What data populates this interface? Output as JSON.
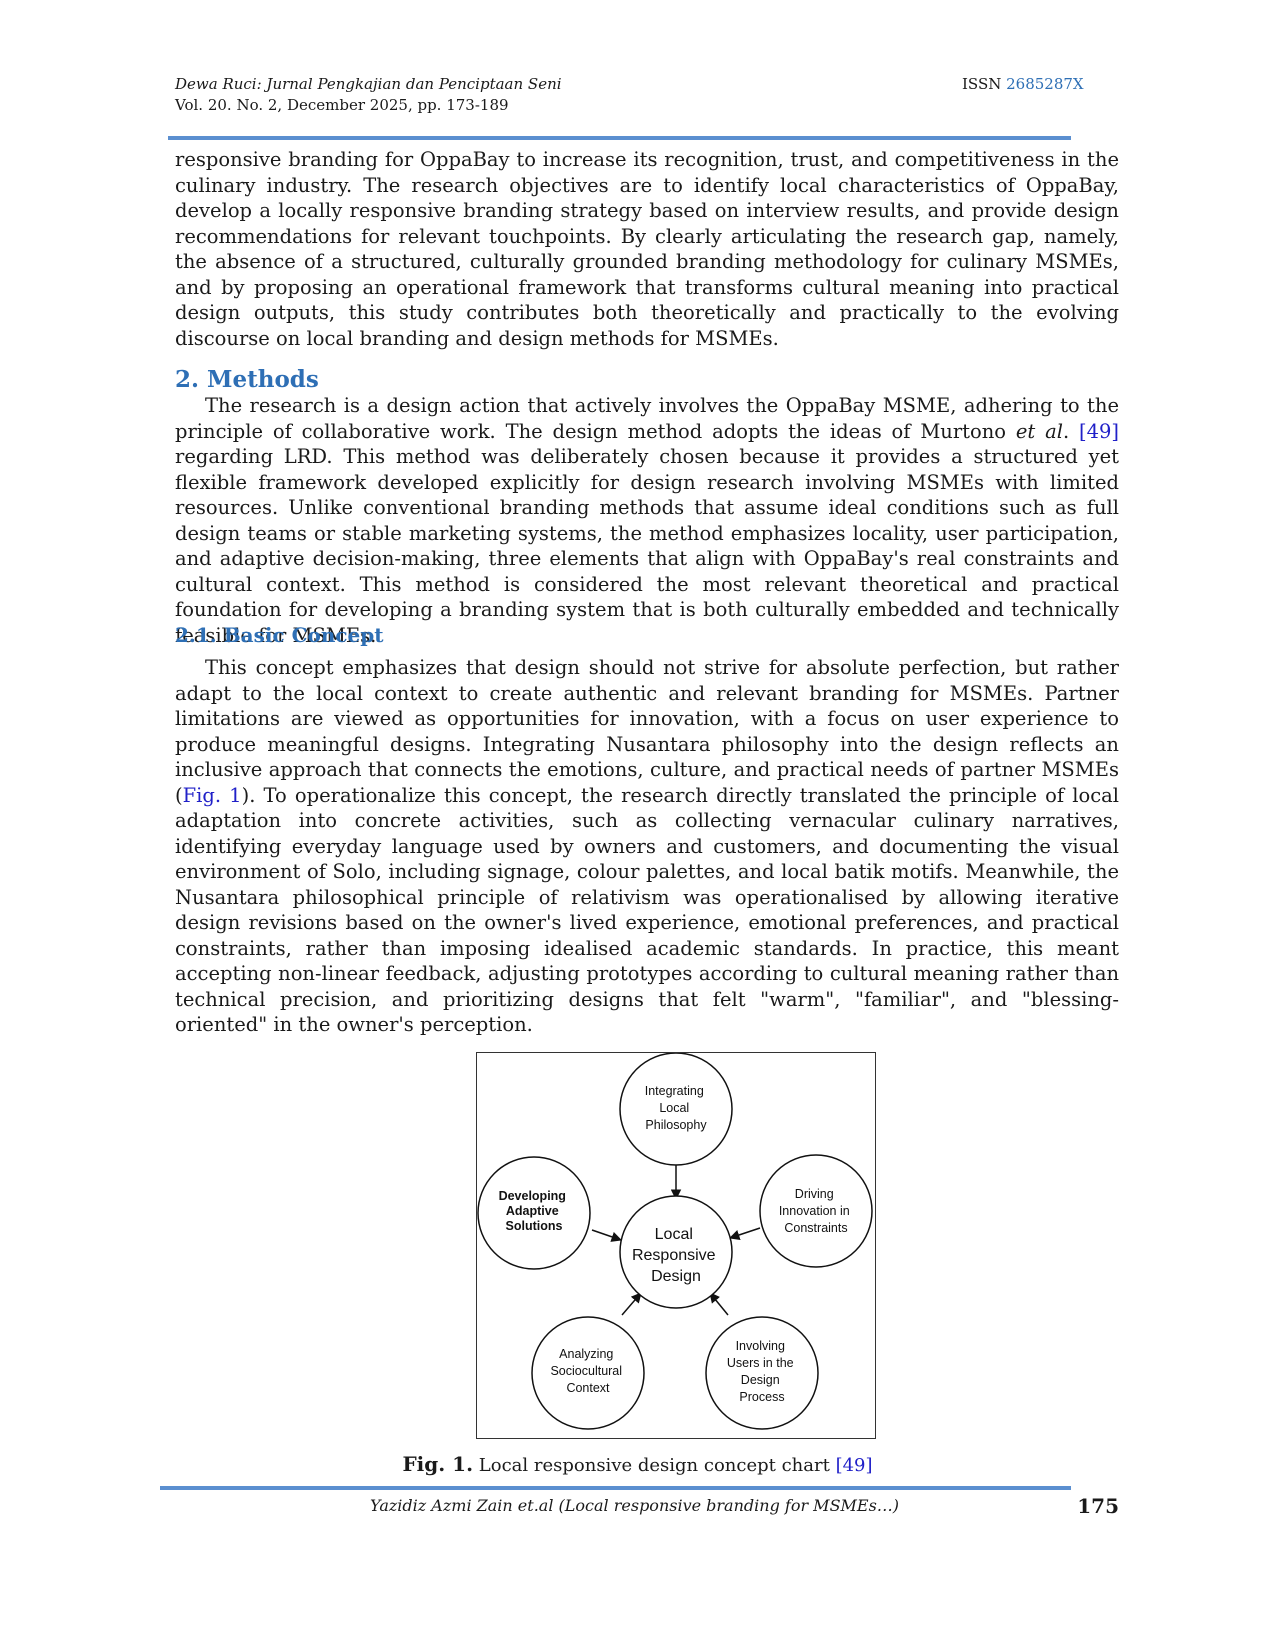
{
  "header": {
    "journal": "Dewa Ruci: Jurnal Pengkajian dan Penciptaan Seni",
    "volume": "Vol. 20. No. 2, December 2025, pp. 173-189",
    "issn_label": "ISSN",
    "issn_number": "2685287X"
  },
  "intro_paragraph": "responsive branding for OppaBay to increase its recognition, trust, and competitiveness in the culinary industry. The research objectives are to identify local characteristics of OppaBay, develop a locally responsive branding strategy based on interview results, and provide design recommendations for relevant touchpoints. By clearly articulating the research gap, namely, the absence of a structured, culturally grounded branding methodology for culinary MSMEs, and by proposing an operational framework that transforms cultural meaning into practical design outputs, this study contributes both theoretically and practically to the evolving discourse on local branding and design methods for MSMEs.",
  "section2": {
    "heading": "2. Methods",
    "p_part1": "The research is a design action that actively involves the OppaBay MSME, adhering to the principle of collaborative work. The design method adopts the ideas of Murtono ",
    "p_etal": "et al",
    "p_part2": ". ",
    "p_cite": "[49]",
    "p_part3": " regarding LRD. This method was deliberately chosen because it provides a structured yet flexible framework developed explicitly for design research involving MSMEs with limited resources. Unlike conventional branding methods that assume ideal conditions such as full design teams or stable marketing systems, the method emphasizes locality, user participation, and adaptive decision-making, three elements that align with OppaBay's real constraints and cultural context. This method is considered the most relevant theoretical and practical foundation for developing a branding system that is both culturally embedded and technically feasible for MSMEs."
  },
  "section21": {
    "heading": "2.1. Basic Concept",
    "p_part1": "This concept emphasizes that design should not strive for absolute perfection, but rather adapt to the local context to create authentic and relevant branding for MSMEs. Partner limitations are viewed as opportunities for innovation, with a focus on user experience to produce meaningful designs. Integrating Nusantara philosophy into the design reflects an inclusive approach that connects the emotions, culture, and practical needs of partner MSMEs (",
    "p_cite": "Fig. 1",
    "p_part2": "). To operationalize this concept, the research directly translated the principle of local adaptation into concrete activities, such as collecting vernacular culinary narratives, identifying everyday language used by owners and customers, and documenting the visual environment of Solo, including signage, colour palettes, and local batik motifs. Meanwhile, the Nusantara philosophical principle of relativism was operationalised by allowing iterative design revisions based on the owner's lived experience, emotional preferences, and practical constraints, rather than imposing idealised academic standards. In practice, this meant accepting non-linear feedback, adjusting prototypes according to cultural meaning rather than technical precision, and prioritizing designs that felt \"warm\", \"familiar\", and \"blessing-oriented\" in the owner's perception."
  },
  "figure": {
    "center": [
      "Local",
      "Responsive",
      "Design"
    ],
    "top": [
      "Integrating",
      "Local",
      "Philosophy"
    ],
    "right": [
      "Driving",
      "Innovation in",
      "Constraints"
    ],
    "left": [
      "Developing",
      "Adaptive",
      "Solutions"
    ],
    "bottom_left": [
      "Analyzing",
      "Sociocultural",
      "Context"
    ],
    "bottom_right": [
      "Involving",
      "Users in the",
      "Design",
      "Process"
    ],
    "caption_label": "Fig. 1.",
    "caption_text": "Local responsive design concept chart",
    "caption_cite": "[49]"
  },
  "footer": {
    "author": "Yazidiz Azmi Zain et.al (Local responsive branding for MSMEs…)",
    "page": "175"
  },
  "colors": {
    "accent": "#2e6fb5",
    "rule": "#5b8fd0",
    "citation": "#2020c8"
  }
}
